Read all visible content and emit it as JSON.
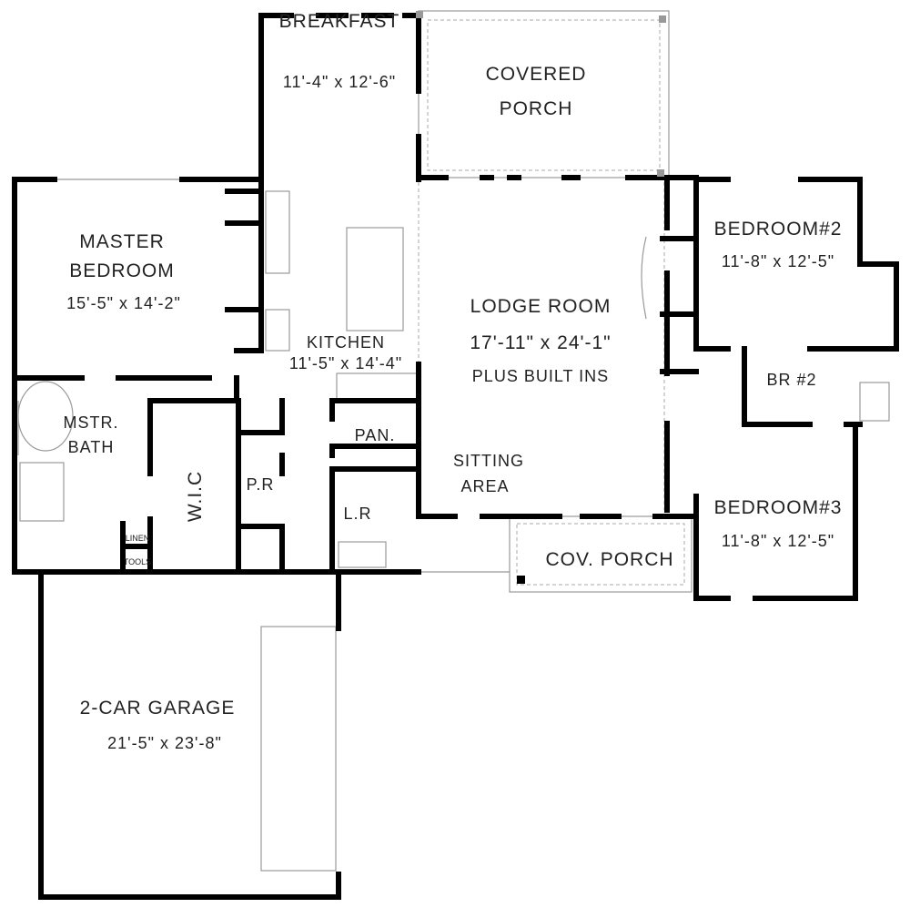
{
  "rooms": {
    "breakfast": {
      "name": "BREAKFAST",
      "dims": "11'-4\" x 12'-6\""
    },
    "covered_porch": {
      "line1": "COVERED",
      "line2": "PORCH"
    },
    "master_bedroom": {
      "line1": "MASTER",
      "line2": "BEDROOM",
      "dims": "15'-5\" x 14'-2\""
    },
    "kitchen": {
      "name": "KITCHEN",
      "dims": "11'-5\" x 14'-4\""
    },
    "lodge_room": {
      "name": "LODGE ROOM",
      "dims": "17'-11\" x 24'-1\"",
      "note": "PLUS BUILT INS"
    },
    "bedroom2": {
      "name": "BEDROOM#2",
      "dims": "11'-8\" x 12'-5\""
    },
    "bath2": {
      "name": "BR #2"
    },
    "master_bath": {
      "line1": "MSTR.",
      "line2": "BATH"
    },
    "wic": {
      "name": "W.I.C"
    },
    "powder": {
      "name": "P.R"
    },
    "pantry": {
      "name": "PAN."
    },
    "laundry": {
      "name": "L.R"
    },
    "sitting": {
      "line1": "SITTING",
      "line2": "AREA"
    },
    "cov_porch": {
      "name": "COV. PORCH"
    },
    "bedroom3": {
      "name": "BEDROOM#3",
      "dims": "11'-8\" x 12'-5\""
    },
    "linen": {
      "name": "LINEN"
    },
    "tools": {
      "name": "TOOLS"
    },
    "garage": {
      "name": "2-CAR GARAGE",
      "dims": "21'-5\" x 23'-8\""
    }
  }
}
